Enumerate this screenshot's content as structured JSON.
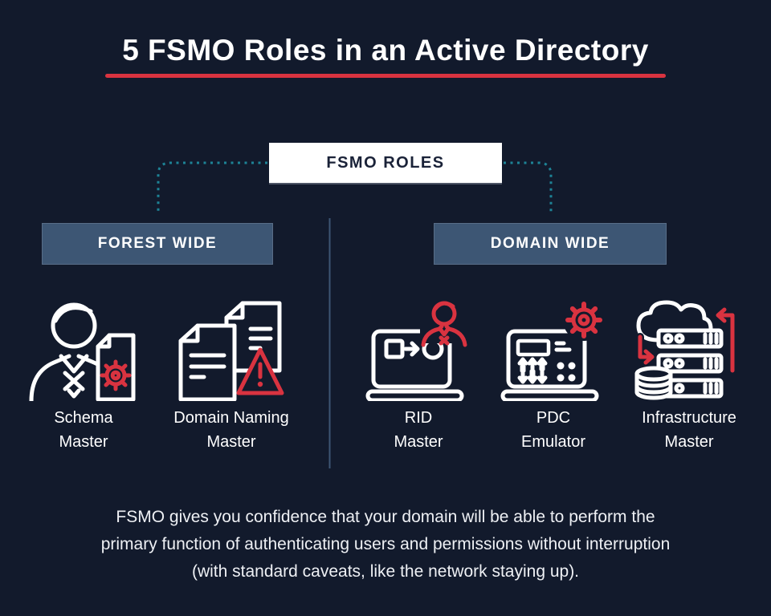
{
  "header": {
    "title": "5 FSMO Roles in an Active Directory"
  },
  "tree": {
    "root_label": "FSMO ROLES",
    "branches": [
      {
        "label": "FOREST WIDE",
        "roles": [
          {
            "line1": "Schema",
            "line2": "Master",
            "icon": "person-document-gear-icon"
          },
          {
            "line1": "Domain Naming",
            "line2": "Master",
            "icon": "documents-warning-icon"
          }
        ]
      },
      {
        "label": "DOMAIN WIDE",
        "roles": [
          {
            "line1": "RID",
            "line2": "Master",
            "icon": "laptop-id-transfer-user-icon"
          },
          {
            "line1": "PDC",
            "line2": "Emulator",
            "icon": "laptop-controls-gear-icon"
          },
          {
            "line1": "Infrastructure",
            "line2": "Master",
            "icon": "cloud-servers-sync-icon"
          }
        ]
      }
    ]
  },
  "footer": {
    "lines": [
      "FSMO gives you confidence that your domain will be able to perform the",
      "primary function of authenticating users and permissions without interruption",
      "(with standard caveats, like the network staying up)."
    ]
  },
  "colors": {
    "background": "#121a2c",
    "accent_red": "#d93340",
    "panel_slate": "#3d5674",
    "connector_teal": "#1d8396",
    "root_box_bg": "#ffffff",
    "root_box_text": "#1a2238",
    "text_primary": "#ffffff"
  }
}
